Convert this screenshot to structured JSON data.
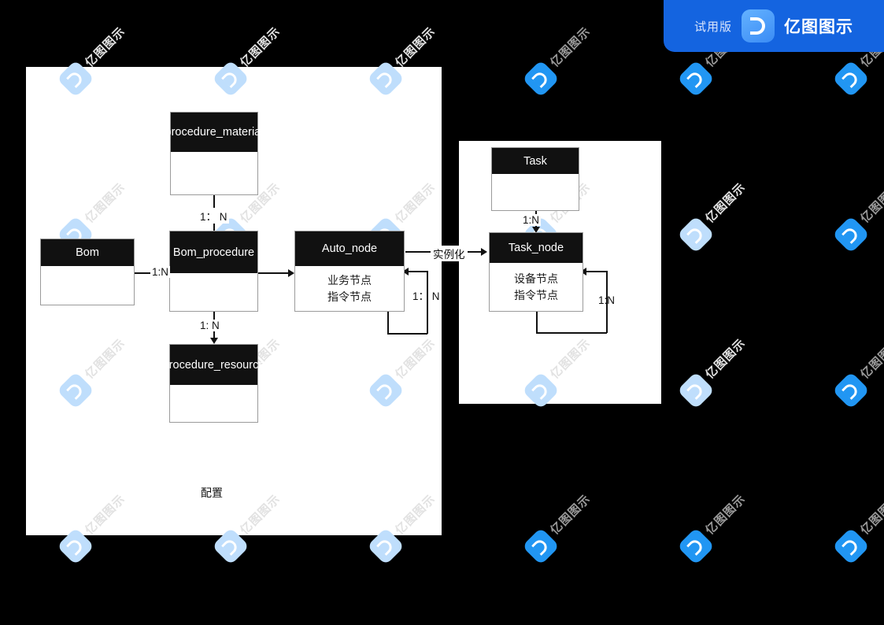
{
  "badge": {
    "trial_label": "试用版",
    "app_name": "亿图图示",
    "logo_icon": "edraw-logo-icon",
    "bg_color": "#1464e0"
  },
  "watermark": {
    "text": "亿图图示",
    "logo_icon": "edraw-watermark-icon"
  },
  "canvas": {
    "background": "#000000",
    "panel_color": "#ffffff"
  },
  "diagram": {
    "type": "er-diagram",
    "groups": [
      {
        "name": "configuration-group",
        "label": "配置"
      },
      {
        "name": "task-group",
        "label": ""
      }
    ],
    "entities": [
      {
        "id": "bom",
        "title": "Bom",
        "rows": []
      },
      {
        "id": "bom_procedure",
        "title": "Bom_procedure",
        "rows": []
      },
      {
        "id": "procedure_material",
        "title": "procedure_material",
        "rows": []
      },
      {
        "id": "procedure_resource",
        "title": "procedure_resource",
        "rows": []
      },
      {
        "id": "auto_node",
        "title": "Auto_node",
        "rows": [
          "业务节点",
          "指令节点"
        ]
      },
      {
        "id": "task",
        "title": "Task",
        "rows": []
      },
      {
        "id": "task_node",
        "title": "Task_node",
        "rows": [
          "设备节点",
          "指令节点"
        ]
      }
    ],
    "edges": [
      {
        "from": "bom",
        "to": "bom_procedure",
        "label": "1:N"
      },
      {
        "from": "bom_procedure",
        "to": "procedure_material",
        "label": "1： N"
      },
      {
        "from": "bom_procedure",
        "to": "procedure_resource",
        "label": "1: N"
      },
      {
        "from": "bom_procedure",
        "to": "auto_node",
        "label": ""
      },
      {
        "from": "auto_node",
        "to": "auto_node",
        "label": "1： N"
      },
      {
        "from": "auto_node",
        "to": "task_node",
        "label": "实例化"
      },
      {
        "from": "task",
        "to": "task_node",
        "label": "1:N"
      },
      {
        "from": "task_node",
        "to": "task_node",
        "label": "1:N"
      }
    ]
  }
}
